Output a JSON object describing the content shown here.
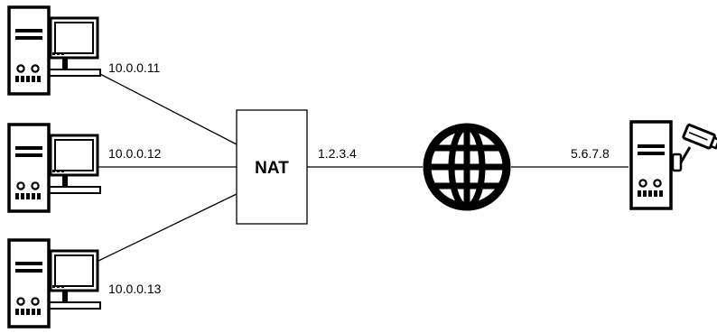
{
  "hosts": [
    {
      "ip": "10.0.0.11",
      "icon": "desktop-computer-icon"
    },
    {
      "ip": "10.0.0.12",
      "icon": "desktop-computer-icon"
    },
    {
      "ip": "10.0.0.13",
      "icon": "desktop-computer-icon"
    }
  ],
  "nat": {
    "label": "NAT",
    "public_ip": "1.2.3.4"
  },
  "internet": {
    "icon": "globe-icon"
  },
  "server": {
    "ip": "5.6.7.8",
    "icon": "server-icon",
    "camera_icon": "surveillance-camera-icon"
  },
  "colors": {
    "stroke": "#000000",
    "background": "#ffffff"
  }
}
